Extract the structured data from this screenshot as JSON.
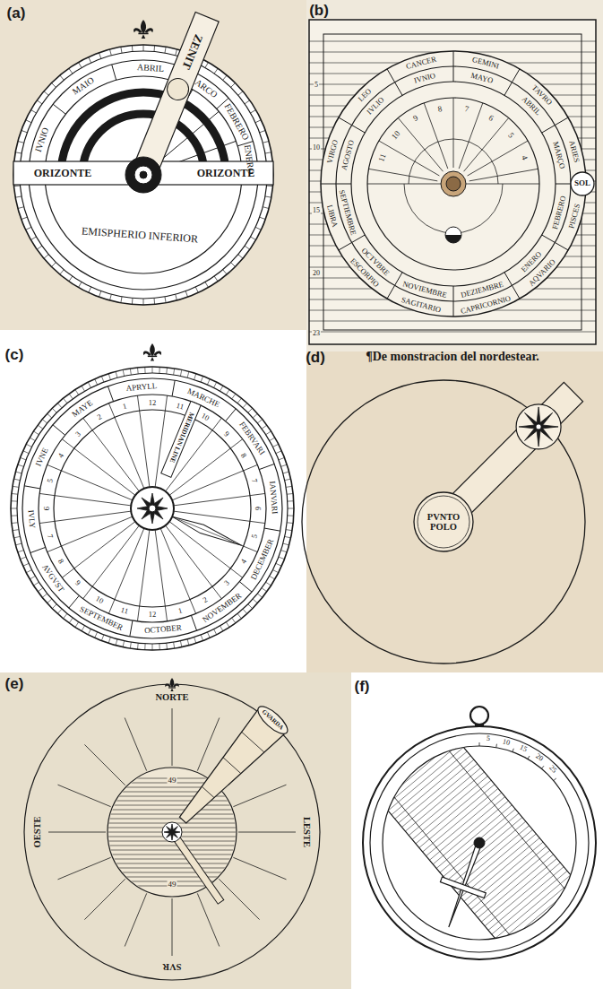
{
  "diagram": {
    "nodes": [
      {
        "text": [
          "SOL"
        ]
      },
      {
        "text": [
          "PVNTO POLO"
        ]
      }
    ],
    "labels": [
      "(a)",
      "ZENIT",
      "IVNIO",
      "MAIO",
      "ABRIL",
      "ARCO",
      "FEBRERO",
      "ENERO",
      "ORIZONTE",
      "ORIZONTE",
      "EMISPHERIO INFERIOR",
      "(b)",
      "GEMINI",
      "TAVRO",
      "ARIES",
      "PISCES",
      "AQVARIO",
      "CAPRICORNIO",
      "SAGITARIO",
      "ESCORPIO",
      "LIBRA",
      "VIRGO",
      "LEO",
      "CANCER",
      "MAYO",
      "ABRIL",
      "MARÇO",
      "FEBRERO",
      "ENERO",
      "DEZIEMBRE",
      "NOVIEMBRE",
      "OCTVBRE",
      "SEPTIEMBRE",
      "AGOSTO",
      "IVLIO",
      "IVNIO",
      "11",
      "10",
      "9",
      "8",
      "7",
      "6",
      "5",
      "4",
      "5",
      "10",
      "15",
      "20",
      "23",
      "(c)",
      "MARCHE",
      "FEBRVARI",
      "IANVARI",
      "DECEMBER",
      "NOVEMBER",
      "OCTOBER",
      "SEPTEMBER",
      "AVGVST",
      "IVLY",
      "IVNE",
      "MAYE",
      "APRYLL",
      "12",
      "11",
      "10",
      "9",
      "8",
      "7",
      "6",
      "5",
      "4",
      "3",
      "2",
      "1",
      "12",
      "11",
      "10",
      "9",
      "8",
      "7",
      "6",
      "5",
      "4",
      "3",
      "2",
      "1",
      "MERIDIAN LINE",
      "(d)",
      "¶De monstracion del nordestear.",
      "(e)",
      "NORTE",
      "OESTE",
      "LESTE",
      "SVR",
      "49",
      "49",
      "GVARDA",
      "(f)",
      "5",
      "10",
      "15",
      "20",
      "25"
    ]
  }
}
